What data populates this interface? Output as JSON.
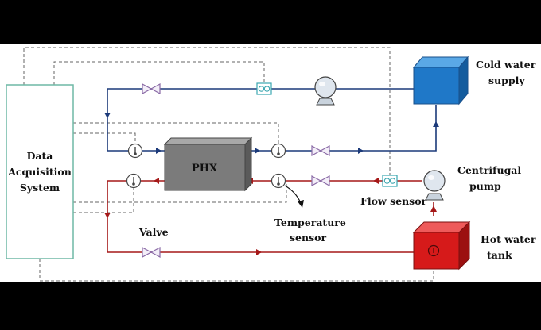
{
  "labels": {
    "daq_line1": "Data",
    "daq_line2": "Acquisition",
    "daq_line3": "System",
    "phx": "PHX",
    "cold_line1": "Cold water",
    "cold_line2": "supply",
    "centrifugal_line1": "Centrifugal",
    "centrifugal_line2": "pump",
    "flow_sensor": "Flow sensor",
    "temp_line1": "Temperature",
    "temp_line2": "sensor",
    "valve": "Valve",
    "hot_line1": "Hot water",
    "hot_line2": "tank"
  },
  "colors": {
    "cold_line": "#1c3a7a",
    "hot_line": "#a51818",
    "signal_line": "#666666",
    "cold_tank": "#1f78c8",
    "hot_tank": "#d61a1a",
    "phx": "#7b7b7b",
    "daq_border": "#6fb9a6",
    "valve": "#8a6aa6",
    "flow_sensor": "#3aa6b0"
  },
  "icons": [
    "valve-icon",
    "flow-sensor-icon",
    "temperature-sensor-icon",
    "pump-icon"
  ]
}
